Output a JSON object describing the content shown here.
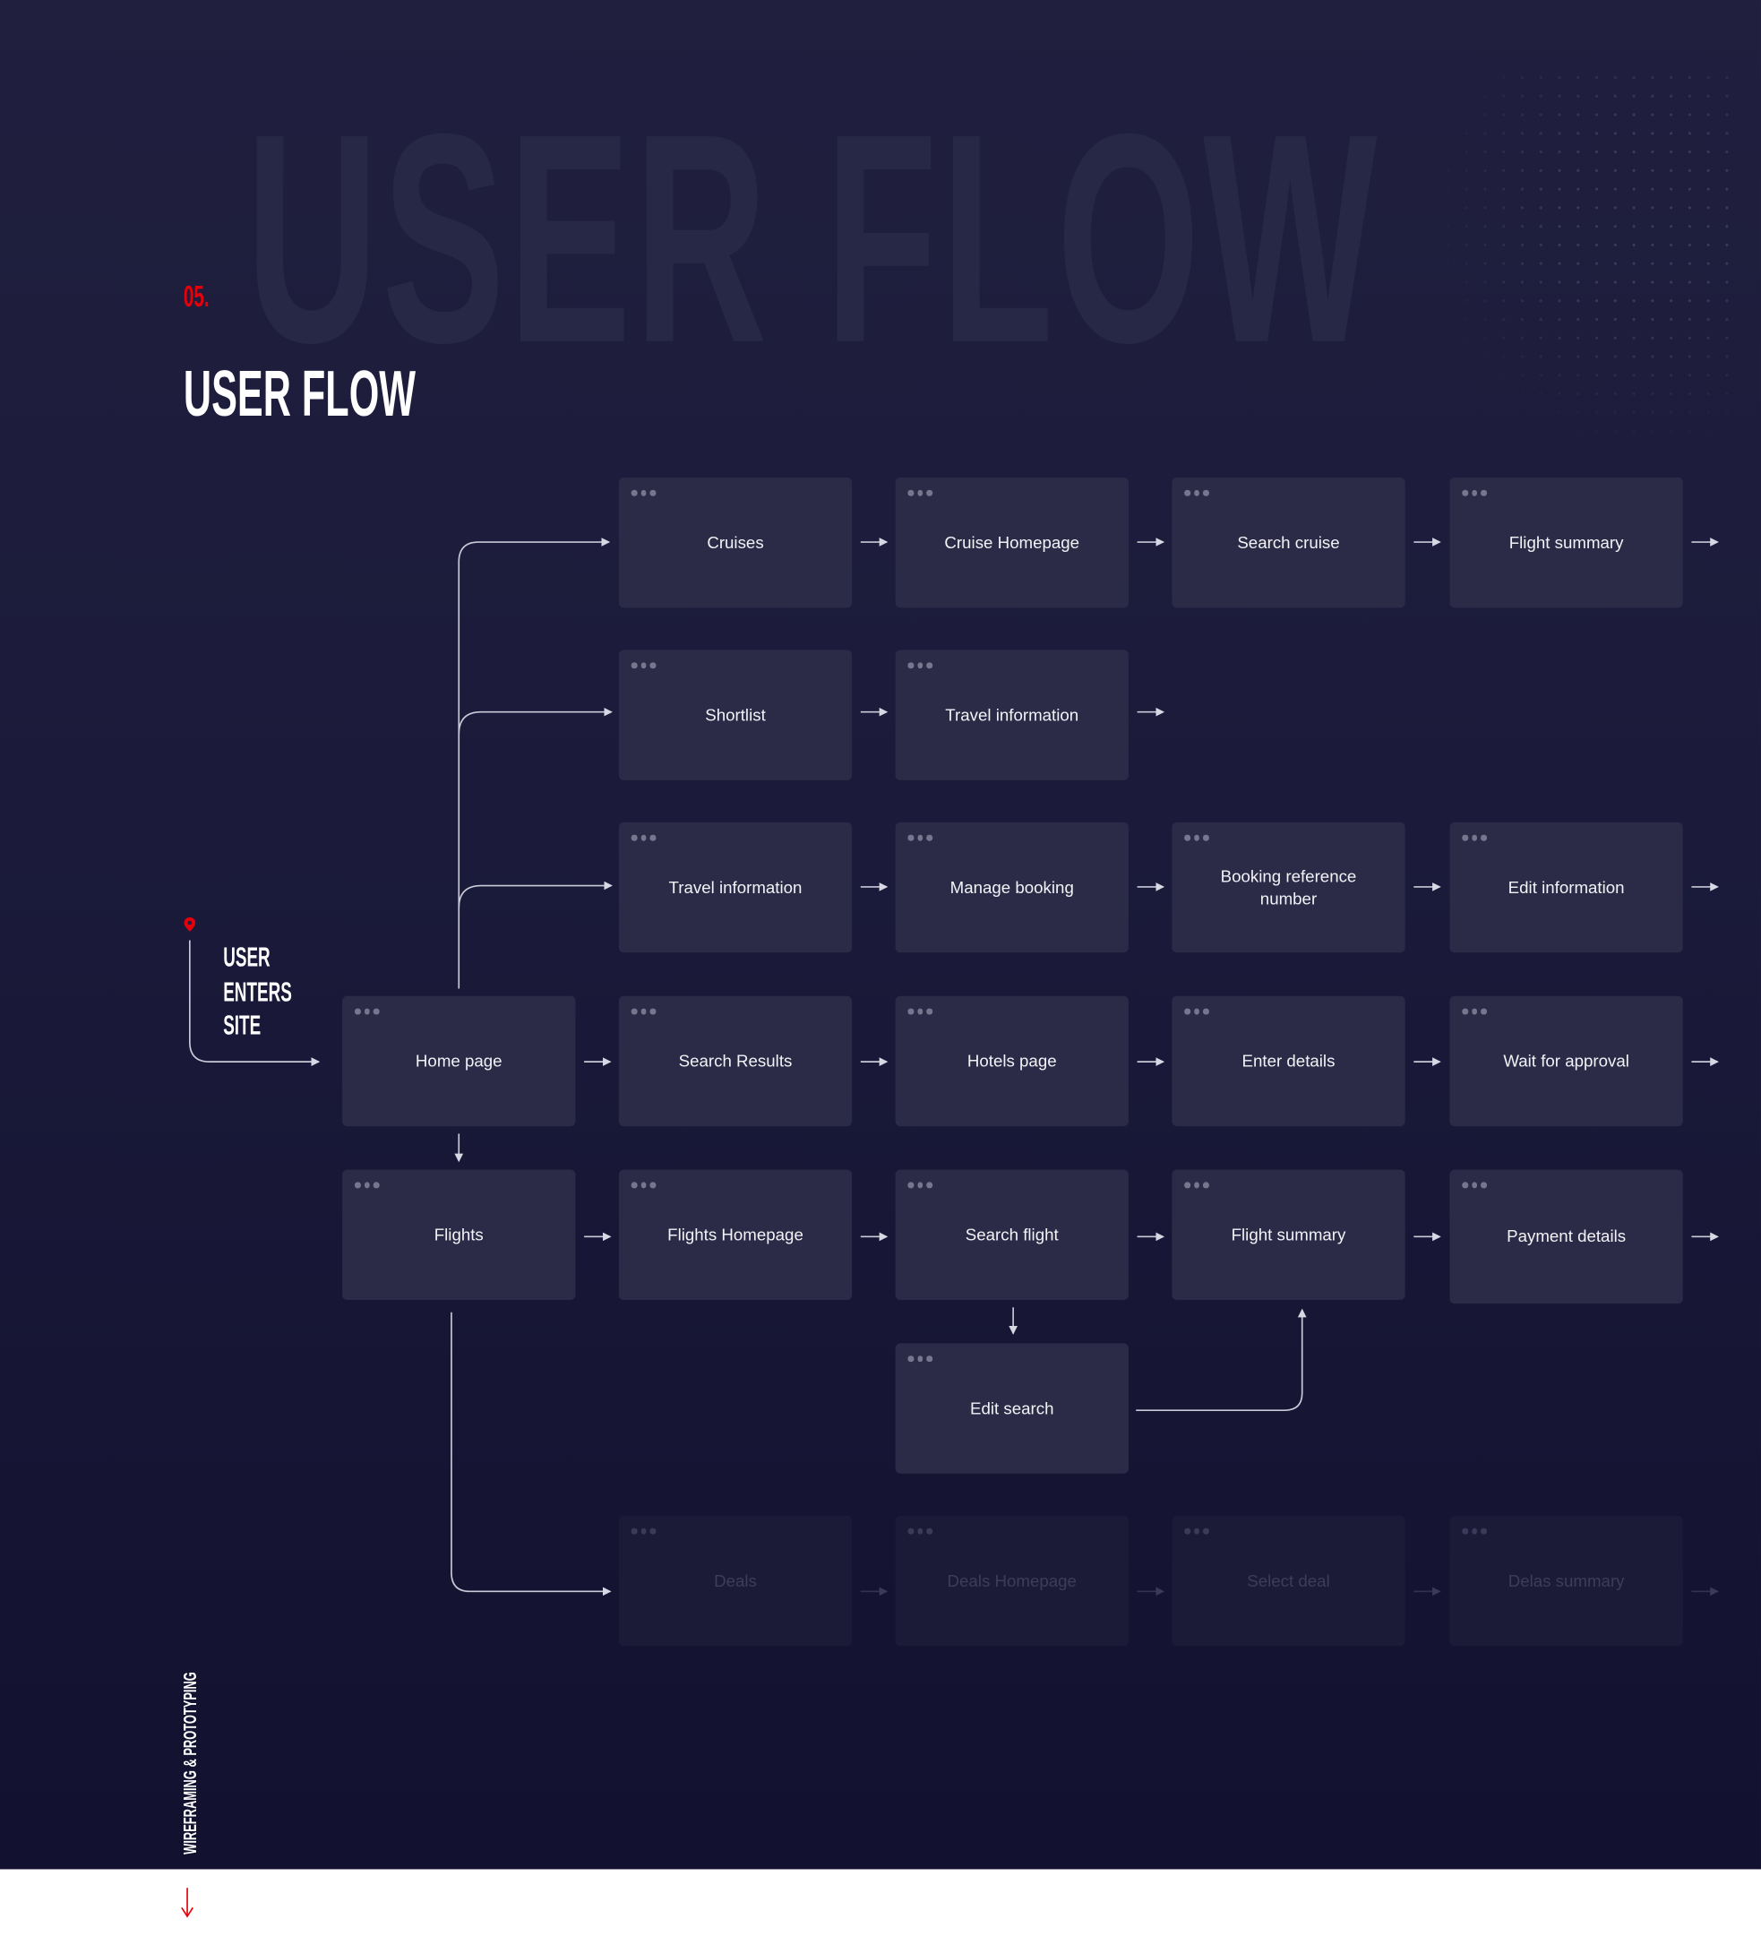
{
  "section_number": "05.",
  "watermark": "USER FLOW",
  "title": "USER FLOW",
  "start_label": [
    "USER",
    "ENTERS",
    "SITE"
  ],
  "side_label": "WIREFRAMING & PROTOTYPING",
  "colors": {
    "accent": "#e5000b",
    "background": "#1b1a3a",
    "node": "#2c2b47",
    "node_faded": "#1c1b37"
  },
  "nodes": [
    {
      "id": "home",
      "label": "Home page"
    },
    {
      "id": "flights",
      "label": "Flights"
    },
    {
      "id": "cruises",
      "label": "Cruises"
    },
    {
      "id": "cruise-homepage",
      "label": "Cruise Homepage"
    },
    {
      "id": "search-cruise",
      "label": "Search cruise"
    },
    {
      "id": "flight-summary-cruise",
      "label": "Flight summary"
    },
    {
      "id": "shortlist",
      "label": "Shortlist"
    },
    {
      "id": "travel-information-shortlist",
      "label": "Travel information"
    },
    {
      "id": "travel-information",
      "label": "Travel information"
    },
    {
      "id": "manage-booking",
      "label": "Manage booking"
    },
    {
      "id": "booking-reference-number",
      "label": "Booking reference number"
    },
    {
      "id": "edit-information",
      "label": "Edit information"
    },
    {
      "id": "search-results",
      "label": "Search Results"
    },
    {
      "id": "hotels-page",
      "label": "Hotels page"
    },
    {
      "id": "enter-details",
      "label": "Enter details"
    },
    {
      "id": "wait-for-approval",
      "label": "Wait for approval"
    },
    {
      "id": "flights-homepage",
      "label": "Flights Homepage"
    },
    {
      "id": "search-flight",
      "label": "Search flight"
    },
    {
      "id": "flight-summary",
      "label": "Flight summary"
    },
    {
      "id": "payment-details",
      "label": "Payment details"
    },
    {
      "id": "edit-search",
      "label": "Edit search"
    },
    {
      "id": "deals",
      "label": "Deals"
    },
    {
      "id": "deals-homepage",
      "label": "Deals Homepage"
    },
    {
      "id": "select-deal",
      "label": "Select deal"
    },
    {
      "id": "delas-summary",
      "label": "Delas summary"
    }
  ]
}
